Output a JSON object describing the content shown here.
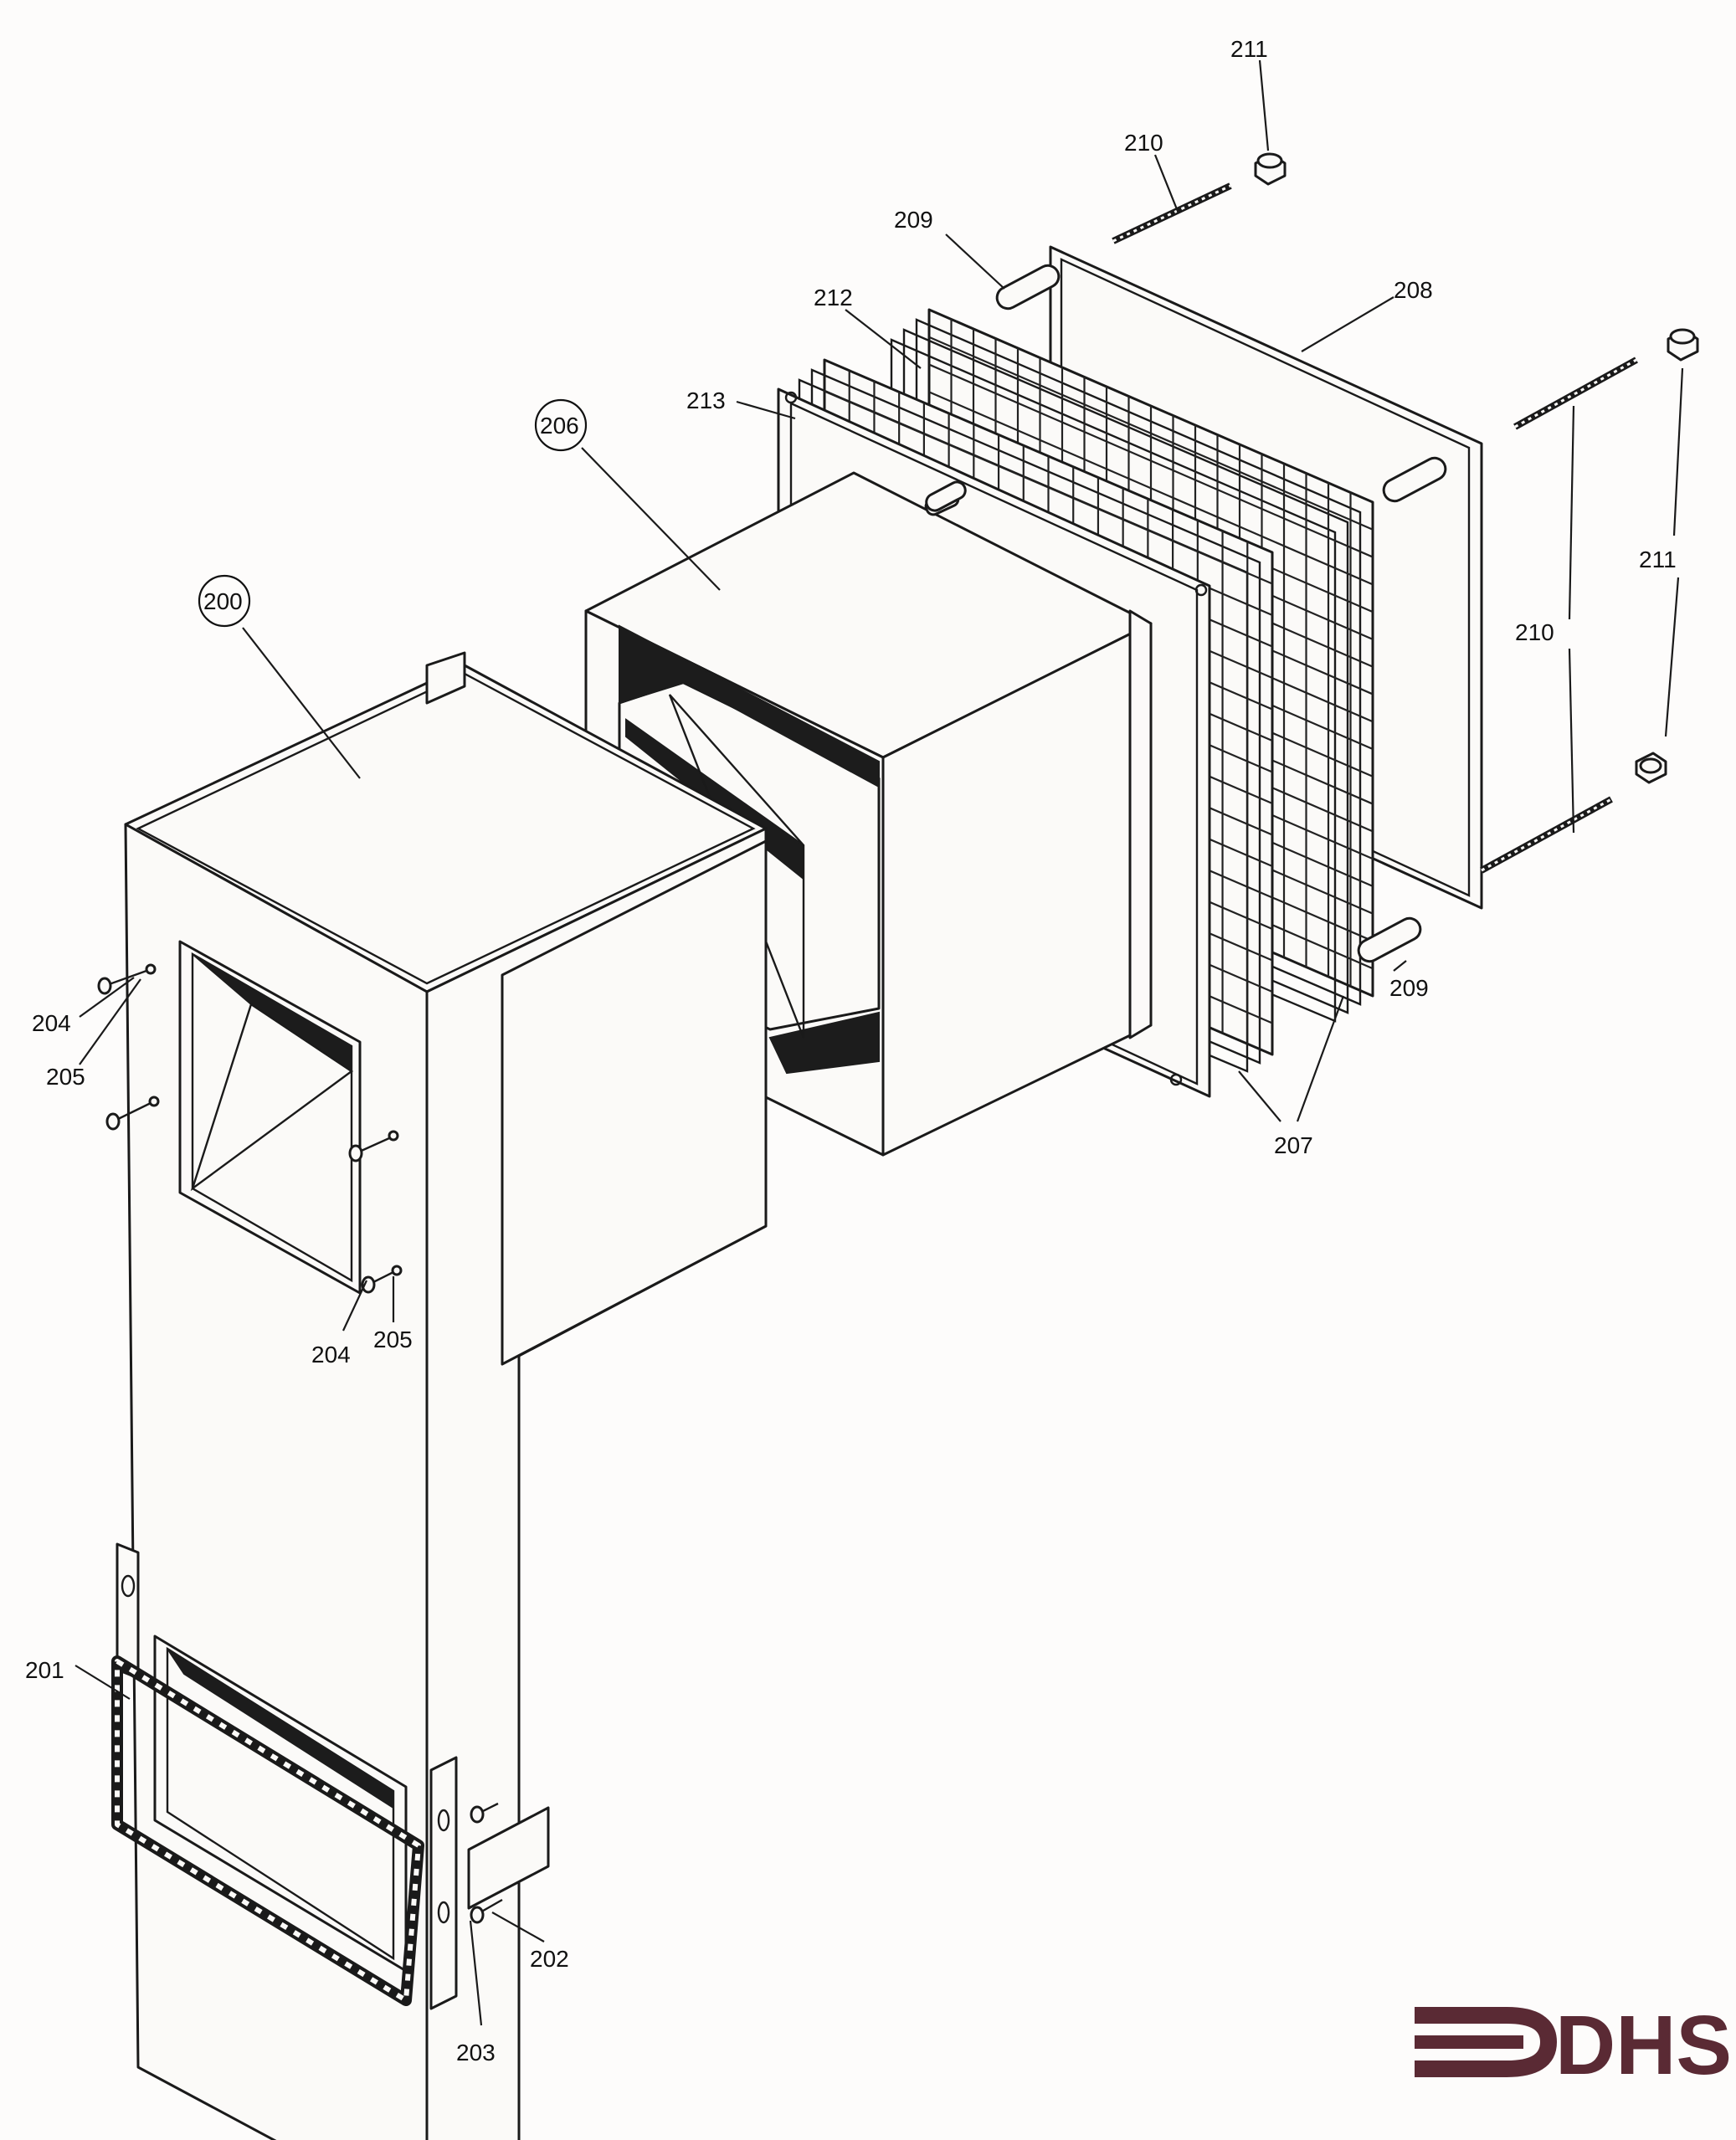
{
  "callouts": {
    "c200": "200",
    "c201": "201",
    "c202": "202",
    "c203": "203",
    "c204a": "204",
    "c204b": "204",
    "c205a": "205",
    "c205b": "205",
    "c206": "206",
    "c207": "207",
    "c208": "208",
    "c209a": "209",
    "c209b": "209",
    "c210a": "210",
    "c210b": "210",
    "c211a": "211",
    "c211b": "211",
    "c212": "212",
    "c213": "213"
  },
  "logo": {
    "text": "DHS",
    "color": "#5a2a34"
  }
}
